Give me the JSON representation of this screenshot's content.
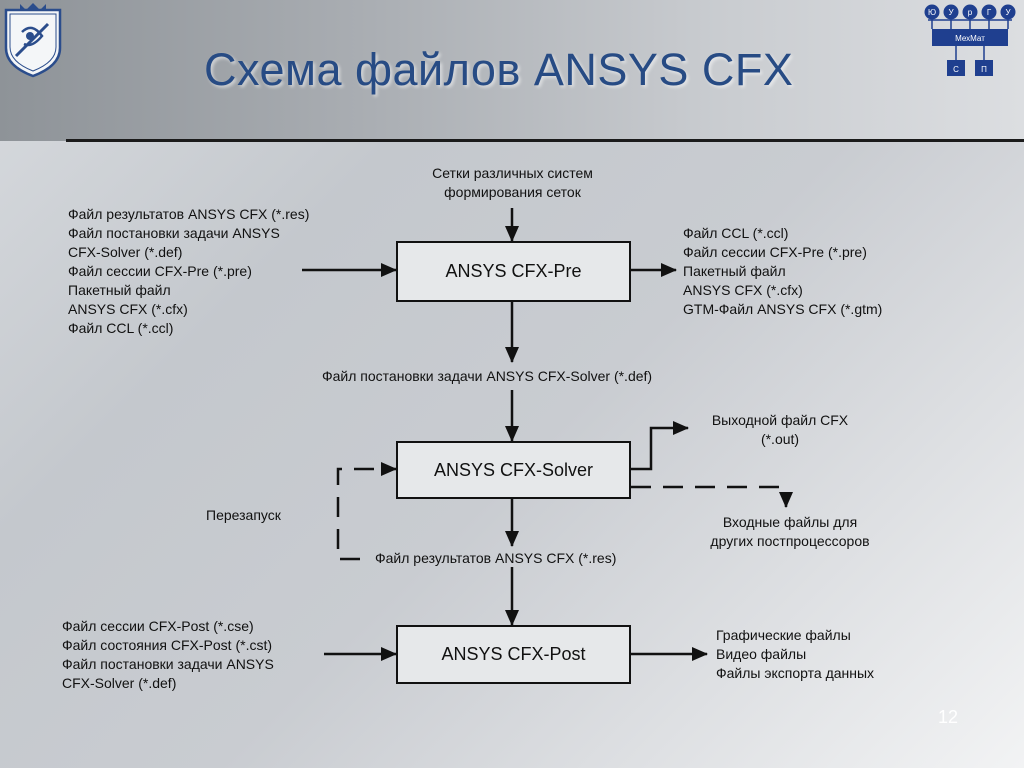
{
  "title": "Схема файлов ANSYS CFX",
  "slide_number": "12",
  "logo_right": {
    "top_letters": [
      "Ю",
      "У",
      "р",
      "Г",
      "У"
    ],
    "center_label": "МехМат",
    "bottom_letters": [
      "С",
      "П"
    ]
  },
  "nodes": {
    "pre": "ANSYS CFX-Pre",
    "solver": "ANSYS CFX-Solver",
    "post": "ANSYS CFX-Post"
  },
  "labels": {
    "mesh_input": [
      "Сетки различных систем",
      "формирования сеток"
    ],
    "pre_inputs": [
      "Файл результатов ANSYS CFX (*.res)",
      "Файл постановки задачи ANSYS",
      "CFX-Solver (*.def)",
      "Файл сессии CFX-Pre (*.pre)",
      "Пакетный файл",
      "ANSYS CFX (*.cfx)",
      "Файл CCL (*.ccl)"
    ],
    "pre_outputs": [
      "Файл CCL (*.ccl)",
      "Файл сессии CFX-Pre (*.pre)",
      "Пакетный файл",
      "ANSYS CFX (*.cfx)",
      "GTM-Файл ANSYS CFX (*.gtm)"
    ],
    "def_file": "Файл постановки задачи ANSYS  CFX-Solver (*.def)",
    "solver_out": [
      "Выходной файл CFX",
      "(*.out)"
    ],
    "restart": "Перезапуск",
    "other_post": [
      "Входные файлы для",
      "других постпроцессоров"
    ],
    "res_file": "Файл результатов ANSYS CFX (*.res)",
    "post_inputs": [
      "Файл сессии CFX-Post (*.cse)",
      "Файл состояния CFX-Post (*.cst)",
      "Файл постановки задачи ANSYS",
      "CFX-Solver (*.def)"
    ],
    "post_outputs": [
      "Графические файлы",
      "Видео файлы",
      "Файлы экспорта данных"
    ]
  }
}
